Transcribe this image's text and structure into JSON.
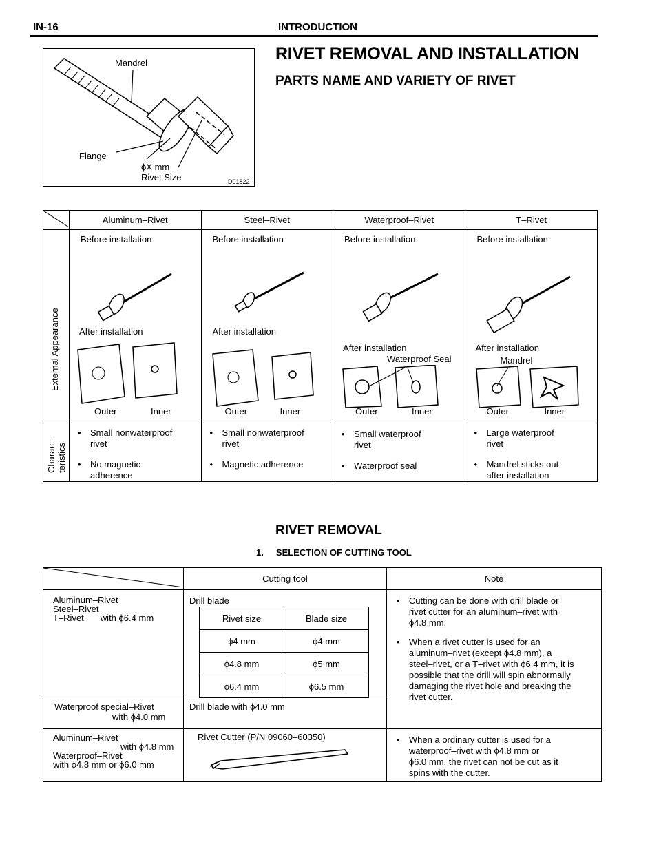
{
  "header": {
    "page": "IN-16",
    "section": "INTRODUCTION"
  },
  "figure": {
    "mandrel": "Mandrel",
    "flange": "Flange",
    "size1": "ϕX mm",
    "size2": "Rivet Size",
    "code": "D01822"
  },
  "title": "RIVET REMOVAL AND INSTALLATION",
  "subtitle": "PARTS NAME AND VARIETY OF RIVET",
  "table1": {
    "row_external": "External Appearance",
    "row_char1": "Charac–",
    "row_char2": "teristics",
    "before": "Before installation",
    "after": "After installation",
    "outer": "Outer",
    "inner": "Inner",
    "waterproof_seal": "Waterproof Seal",
    "mandrel": "Mandrel",
    "columns": [
      {
        "name": "Aluminum–Rivet",
        "b1": "Small nonwaterproof",
        "b1b": "rivet",
        "b2": "No magnetic",
        "b2b": "adherence"
      },
      {
        "name": "Steel–Rivet",
        "b1": "Small nonwaterproof",
        "b1b": "rivet",
        "b2": "Magnetic adherence",
        "b2b": ""
      },
      {
        "name": "Waterproof–Rivet",
        "b1": "Small waterproof",
        "b1b": "rivet",
        "b2": "Waterproof seal",
        "b2b": ""
      },
      {
        "name": "T–Rivet",
        "b1": "Large waterproof",
        "b1b": "rivet",
        "b2": "Mandrel sticks out",
        "b2b": "after installation"
      }
    ],
    "bullet": "•"
  },
  "removal": {
    "title": "RIVET REMOVAL",
    "step": "1.     SELECTION OF CUTTING TOOL",
    "col_tool": "Cutting tool",
    "col_note": "Note",
    "r1_a": "Aluminum–Rivet",
    "r1_b": "Steel–Rivet",
    "r1_c": "T–Rivet",
    "r1_c2": "with ϕ6.4 mm",
    "drill_blade": "Drill blade",
    "inner_head": [
      "Rivet size",
      "Blade size"
    ],
    "inner_rows": [
      [
        "ϕ4 mm",
        "ϕ4 mm"
      ],
      [
        "ϕ4.8 mm",
        "ϕ5 mm"
      ],
      [
        "ϕ6.4 mm",
        "ϕ6.5 mm"
      ]
    ],
    "note1_l1": "Cutting can be done with drill blade or",
    "note1_l2": "rivet cutter for an aluminum–rivet with",
    "note1_l3": "ϕ4.8 mm.",
    "note2_l1": "When a rivet cutter is used for an",
    "note2_l2": "aluminum–rivet (except ϕ4.8 mm), a",
    "note2_l3": "steel–rivet, or a T–rivet with ϕ6.4 mm, it is",
    "note2_l4": "possible that the drill will spin abnormally",
    "note2_l5": "damaging the rivet hole and breaking the",
    "note2_l6": "rivet cutter.",
    "r2_a": "Waterproof special–Rivet",
    "r2_b": "with ϕ4.0 mm",
    "r2_tool": "Drill blade with ϕ4.0 mm",
    "r3_a": "Aluminum–Rivet",
    "r3_b": "with ϕ4.8 mm",
    "r3_c": "Waterproof–Rivet",
    "r3_d": "with ϕ4.8 mm or ϕ6.0 mm",
    "r3_tool": "Rivet Cutter (P/N 09060–60350)",
    "note3_l1": "When a ordinary cutter is used for a",
    "note3_l2": "waterproof–rivet with ϕ4.8 mm or",
    "note3_l3": "ϕ6.0 mm, the rivet can not be cut as it",
    "note3_l4": "spins with the cutter."
  }
}
